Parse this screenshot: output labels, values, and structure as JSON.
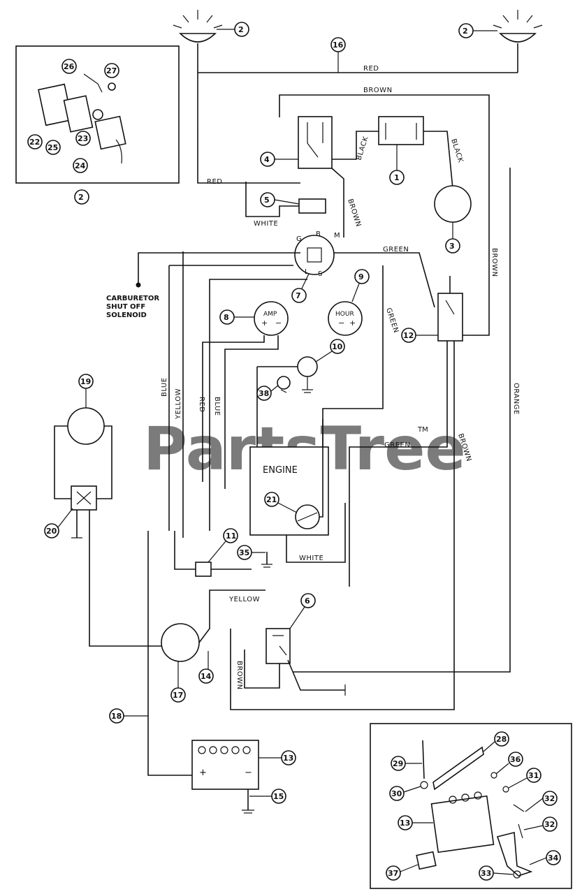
{
  "wire_labels": {
    "red_top": "RED",
    "brown_top": "BROWN",
    "black_left": "BLACK",
    "black_right": "BLACK",
    "red_left": "RED",
    "white_key": "WHITE",
    "brown_mid": "BROWN",
    "green_upper": "GREEN",
    "brown_right": "BROWN",
    "green_mid": "GREEN",
    "orange": "ORANGE",
    "blue": "BLUE",
    "yellow": "YELLOW",
    "red_low": "RED",
    "blue_low": "BLUE",
    "green_low": "GREEN",
    "brown_low": "BROWN",
    "white_engine": "WHITE",
    "yellow_bottom": "YELLOW",
    "brown_bottom": "BROWN"
  },
  "component_labels": {
    "carb_line1": "CARBURETOR",
    "carb_line2": "SHUT OFF",
    "carb_line3": "SOLENOID",
    "engine": "ENGINE",
    "amp": "AMP",
    "hour": "HOUR",
    "plus": "+",
    "minus": "−",
    "ignition_g": "G",
    "ignition_b": "B",
    "ignition_m": "M",
    "ignition_s": "S",
    "ignition_l": "L"
  },
  "callouts": {
    "c2a": "2",
    "c2b": "2",
    "c2c": "2",
    "c16": "16",
    "c26": "26",
    "c27": "27",
    "c22": "22",
    "c25": "25",
    "c23": "23",
    "c24": "24",
    "c4": "4",
    "c1": "1",
    "c5": "5",
    "c3": "3",
    "c7": "7",
    "c9": "9",
    "c8": "8",
    "c12": "12",
    "c10": "10",
    "c38": "38",
    "c19": "19",
    "c21": "21",
    "c20": "20",
    "c11": "11",
    "c35": "35",
    "c6": "6",
    "c17": "17",
    "c14": "14",
    "c18": "18",
    "c13": "13",
    "c15": "15",
    "c28": "28",
    "c29": "29",
    "c36": "36",
    "c31": "31",
    "c30": "30",
    "c32a": "32",
    "c32b": "32",
    "c13b": "13",
    "c34": "34",
    "c37": "37",
    "c33": "33"
  },
  "watermark": "PartsTree",
  "trademark": "TM"
}
